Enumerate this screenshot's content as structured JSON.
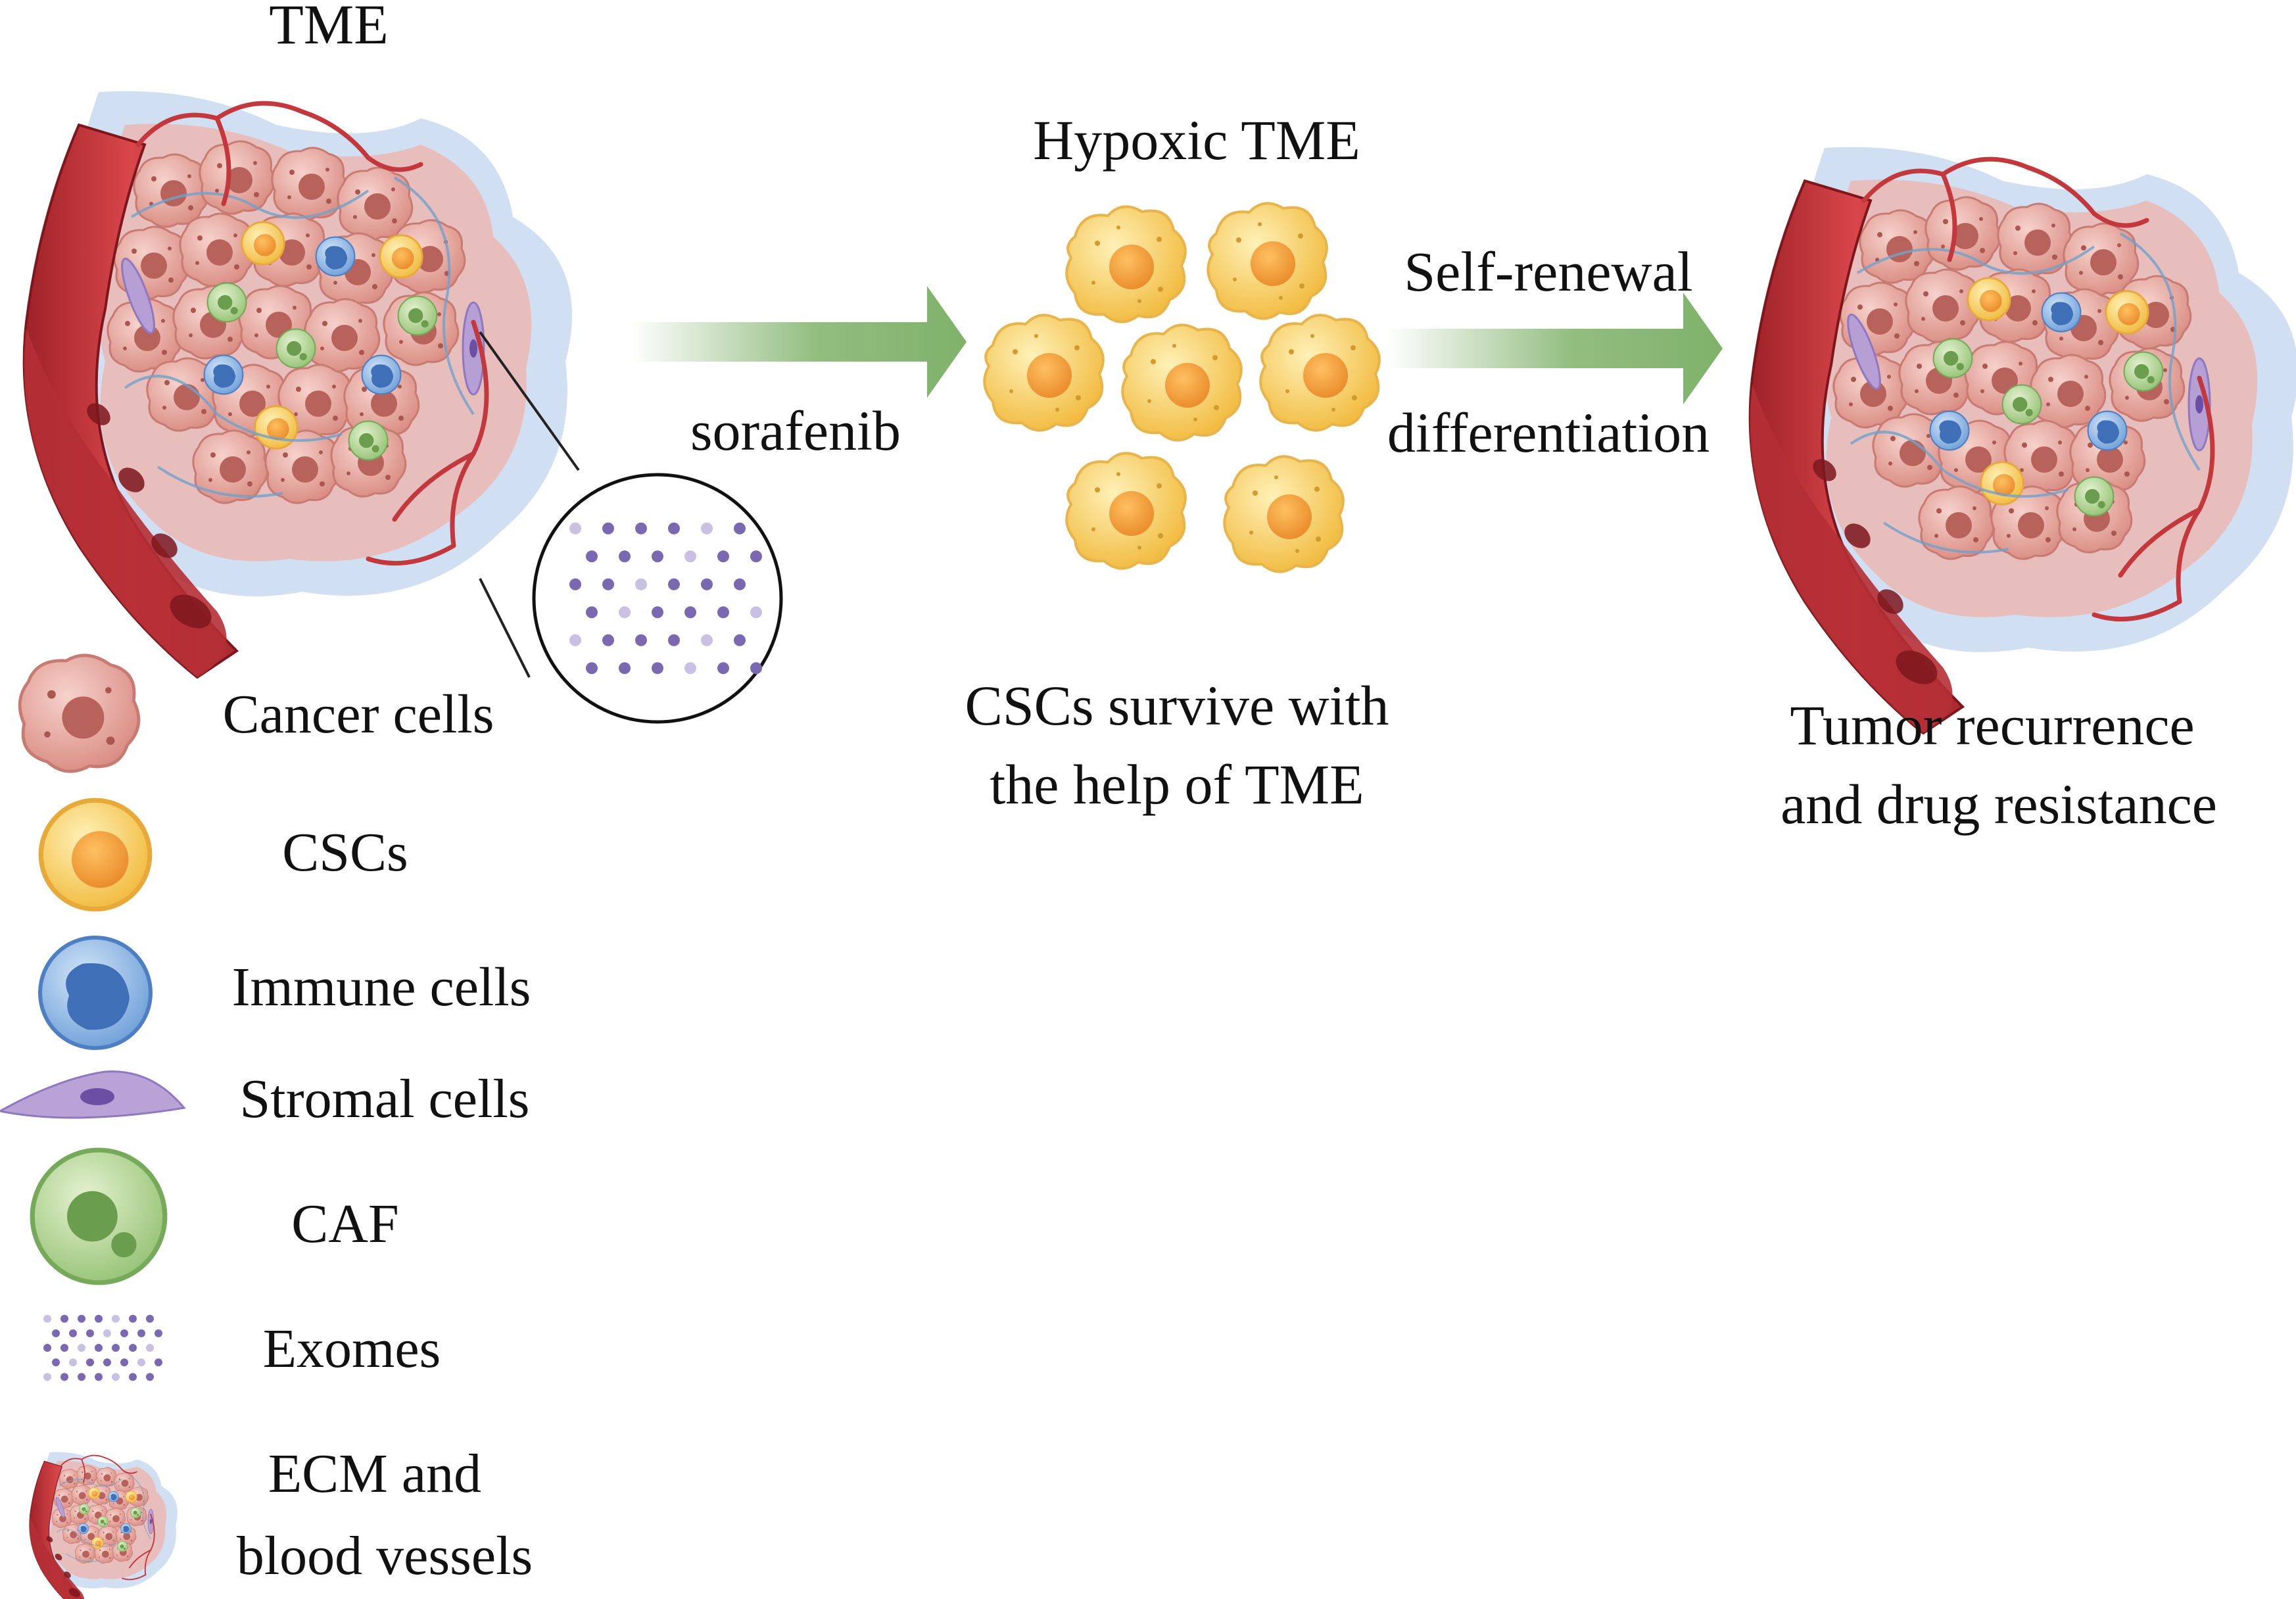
{
  "title": "TME",
  "center": {
    "title": "Hypoxic TME",
    "caption_line1": "CSCs survive with",
    "caption_line2": "the help of TME"
  },
  "arrows": {
    "first_label": "sorafenib",
    "second_label_top": "Self-renewal",
    "second_label_bottom": "differentiation",
    "color": "#7fb26a"
  },
  "right": {
    "caption_line1": "Tumor recurrence",
    "caption_line2": "and drug resistance"
  },
  "legend": [
    {
      "icon": "cancer-cell-icon",
      "label": "Cancer cells"
    },
    {
      "icon": "csc-icon",
      "label": "CSCs"
    },
    {
      "icon": "immune-cell-icon",
      "label": "Immune cells"
    },
    {
      "icon": "stromal-cell-icon",
      "label": "Stromal cells"
    },
    {
      "icon": "caf-icon",
      "label": "CAF"
    },
    {
      "icon": "exosome-icon",
      "label": "Exomes"
    },
    {
      "icon": "ecm-vessel-icon",
      "label_line1": "ECM and",
      "label_line2": "blood vessels"
    }
  ],
  "colors": {
    "vessel": "#c6353a",
    "vessel_dark": "#8e1c22",
    "tumor": "#e8a7a0",
    "ecm": "#bcd3ea",
    "csc": "#f4c24a",
    "immune": "#5b8fd0",
    "caf": "#8fbf6f",
    "stromal": "#b9a3d6",
    "exosome": "#7a68b0"
  }
}
